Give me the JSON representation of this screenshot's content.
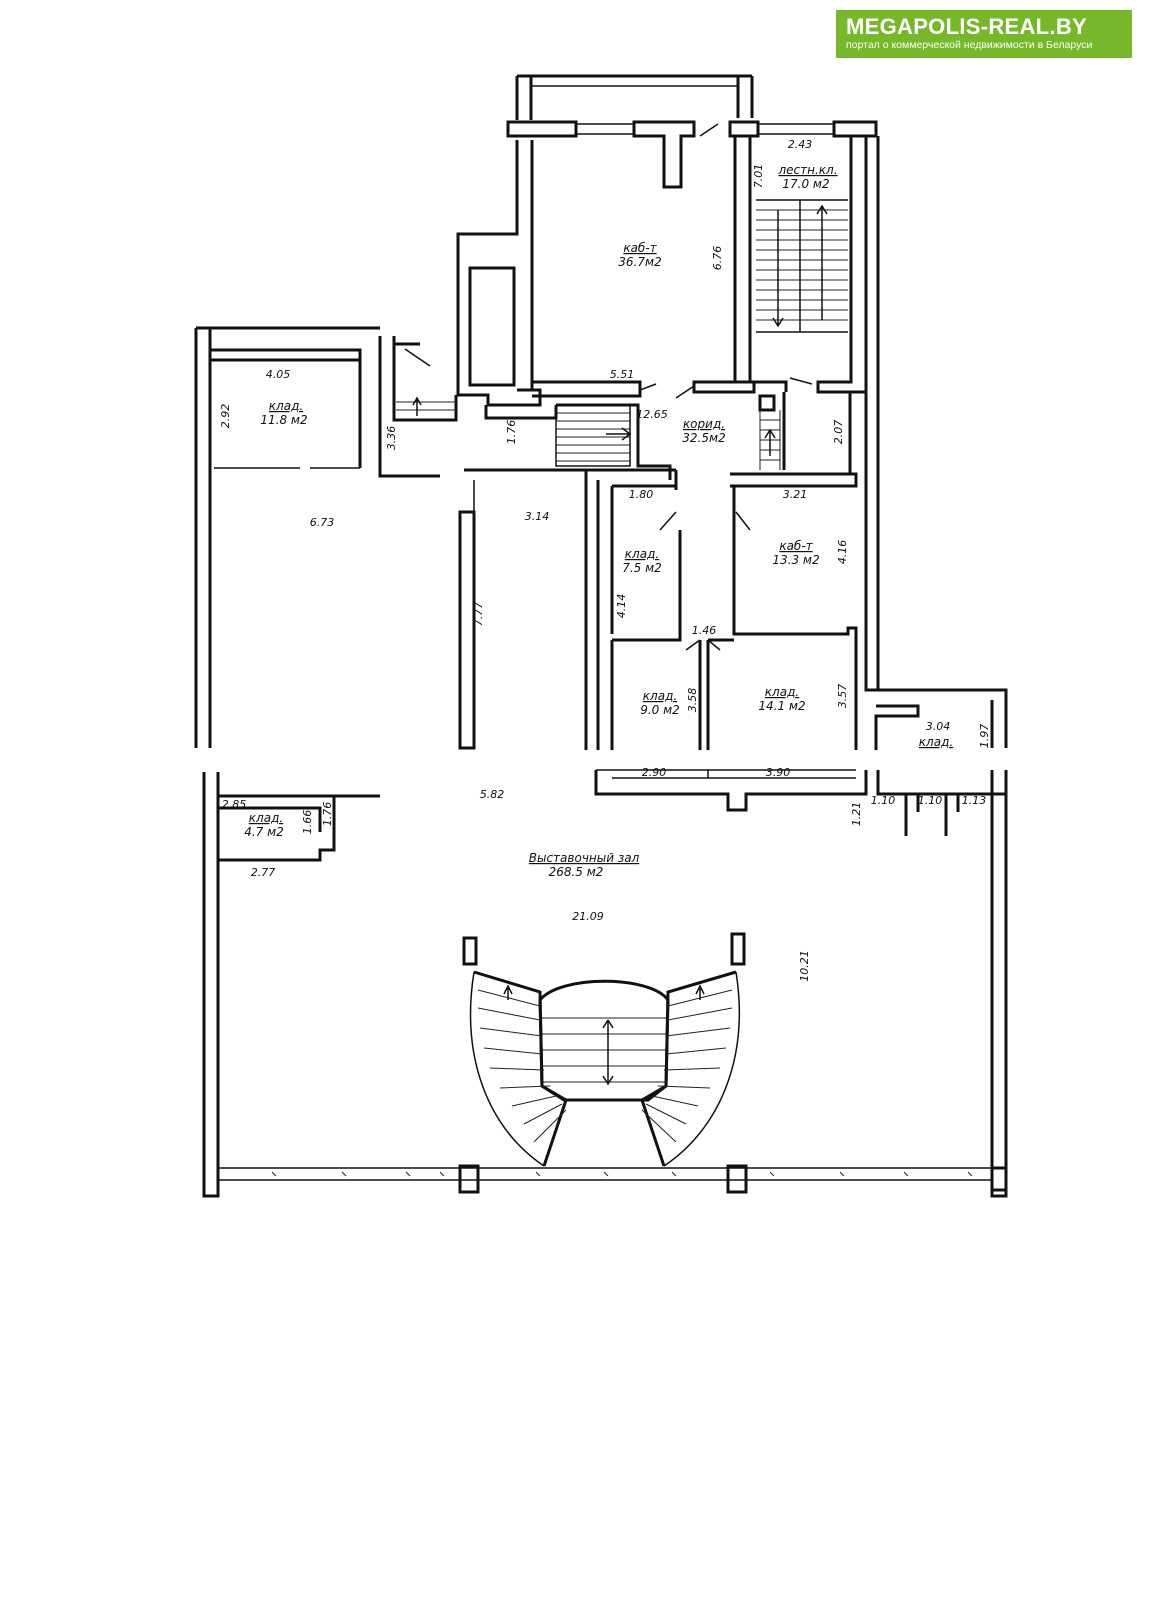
{
  "brand": {
    "name": "MEGAPOLIS-REAL.BY",
    "tagline": "портал о коммерческой недвижимости в Беларуси",
    "color": "#76b82a"
  },
  "rooms": {
    "office_large": {
      "name": "каб-т",
      "area": "36.7м2"
    },
    "stair_cell": {
      "name": "лестн.кл.",
      "area": "17.0 м2"
    },
    "storage_nw": {
      "name": "клад.",
      "area": "11.8 м2"
    },
    "corridor": {
      "name": "корид.",
      "area": "32.5м2"
    },
    "storage_small": {
      "name": "клад.",
      "area": "7.5 м2"
    },
    "office_small": {
      "name": "каб-т",
      "area": "13.3 м2"
    },
    "storage_9": {
      "name": "клад.",
      "area": "9.0 м2"
    },
    "storage_14": {
      "name": "клад.",
      "area": "14.1 м2"
    },
    "storage_east": {
      "name": "клад.",
      "area": ""
    },
    "storage_west": {
      "name": "клад.",
      "area": "4.7 м2"
    },
    "hall": {
      "name": "Выставочный зал",
      "area": "268.5 м2"
    }
  },
  "dimensions": {
    "d_243": "2.43",
    "d_701": "7.01",
    "d_676": "6.76",
    "d_551": "5.51",
    "d_405": "4.05",
    "d_292": "2.92",
    "d_336": "3.36",
    "d_176a": "1.76",
    "d_1265": "12.65",
    "d_207": "2.07",
    "d_673": "6.73",
    "d_314": "3.14",
    "d_180": "1.80",
    "d_321": "3.21",
    "d_416": "4.16",
    "d_777": "7.77",
    "d_414": "4.14",
    "d_146": "1.46",
    "d_358": "3.58",
    "d_357": "3.57",
    "d_304": "3.04",
    "d_197": "1.97",
    "d_582": "5.82",
    "d_285": "2.85",
    "d_166": "1.66",
    "d_176b": "1.76",
    "d_277": "2.77",
    "d_121": "1.21",
    "d_110a": "1.10",
    "d_110b": "1.10",
    "d_113": "1.13",
    "d_2109": "21.09",
    "d_1021": "10.21",
    "d_cut1": "2.90",
    "d_cut2": "3.90"
  }
}
